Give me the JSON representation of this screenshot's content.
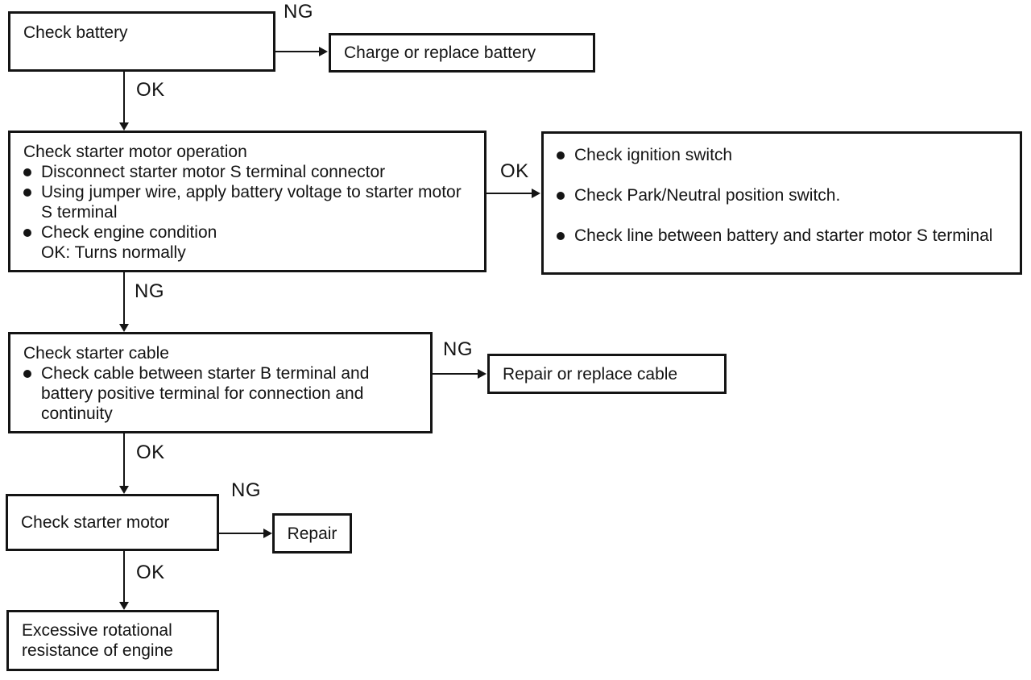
{
  "diagram": {
    "type": "flowchart",
    "topic": "Starter motor troubleshooting"
  },
  "colors": {
    "ink": "#141414",
    "background": "#ffffff"
  },
  "icons": {
    "bullet_icon": "filled-circle",
    "arrowhead_right_icon": "right-triangle",
    "arrowhead_down_icon": "down-triangle"
  },
  "nodes": {
    "check_battery": {
      "title": "Check battery"
    },
    "charge_or_replace_battery": {
      "title": "Charge or replace battery"
    },
    "check_starter_motor_operation": {
      "title": "Check starter motor operation",
      "bullets": [
        "Disconnect starter motor S terminal connector",
        "Using jumper wire, apply battery voltage to starter motor S terminal",
        "Check engine condition"
      ],
      "note": "OK: Turns normally"
    },
    "ok_checks": {
      "bullets": [
        "Check ignition switch",
        "Check Park/Neutral position switch.",
        "Check line between battery and starter motor S terminal"
      ]
    },
    "check_starter_cable": {
      "title": "Check starter cable",
      "bullets": [
        "Check cable between starter B terminal and battery positive terminal for connection and continuity"
      ]
    },
    "repair_or_replace_cable": {
      "title": "Repair or replace cable"
    },
    "check_starter_motor": {
      "title": "Check starter motor"
    },
    "repair": {
      "title": "Repair"
    },
    "excessive_rotational_resistance": {
      "title": "Excessive rotational resistance of engine"
    }
  },
  "edges": [
    {
      "from": "check_battery",
      "to": "charge_or_replace_battery",
      "label": "NG"
    },
    {
      "from": "check_battery",
      "to": "check_starter_motor_operation",
      "label": "OK"
    },
    {
      "from": "check_starter_motor_operation",
      "to": "ok_checks",
      "label": "OK"
    },
    {
      "from": "check_starter_motor_operation",
      "to": "check_starter_cable",
      "label": "NG"
    },
    {
      "from": "check_starter_cable",
      "to": "repair_or_replace_cable",
      "label": "NG"
    },
    {
      "from": "check_starter_cable",
      "to": "check_starter_motor",
      "label": "OK"
    },
    {
      "from": "check_starter_motor",
      "to": "repair",
      "label": "NG"
    },
    {
      "from": "check_starter_motor",
      "to": "excessive_rotational_resistance",
      "label": "OK"
    }
  ]
}
